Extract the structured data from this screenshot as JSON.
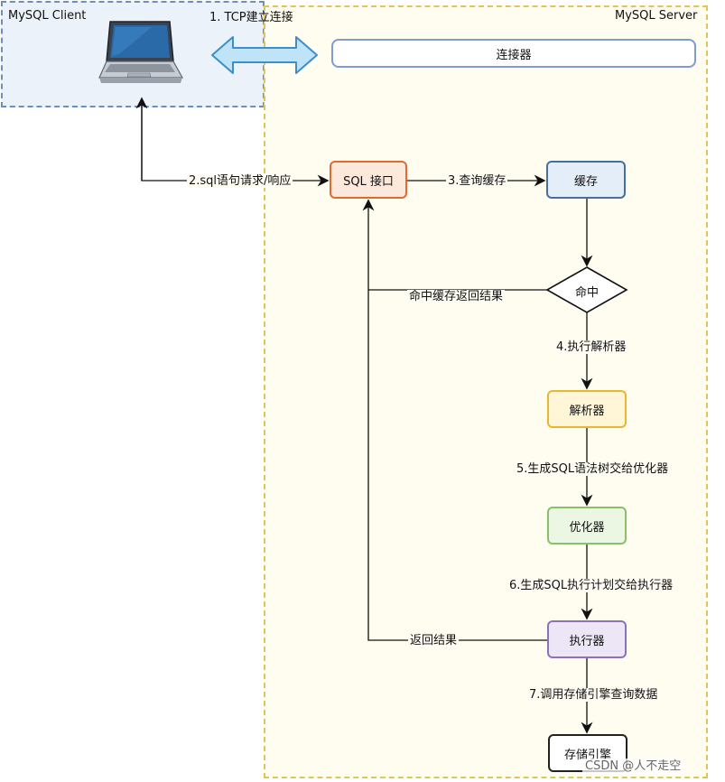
{
  "regions": {
    "client_label": "MySQL Client",
    "server_label": "MySQL Server"
  },
  "nodes": {
    "connector": "连接器",
    "sql_interface": "SQL 接口",
    "cache": "缓存",
    "hit": "命中",
    "parser": "解析器",
    "optimizer": "优化器",
    "executor": "执行器",
    "storage_engine": "存储引擎"
  },
  "edges": {
    "tcp": "1. TCP建立连接",
    "sql_request": "2.sql语句请求/响应",
    "query_cache": "3.查询缓存",
    "hit_return": "命中缓存返回结果",
    "run_parser": "4.执行解析器",
    "gen_syntax_tree": "5.生成SQL语法树交给优化器",
    "gen_plan": "6.生成SQL执行计划交给执行器",
    "return_result": "返回结果",
    "call_storage": "7.调用存储引擎查询数据"
  },
  "watermark": "CSDN @人不走空",
  "colors": {
    "client_border": "#6b8fbf",
    "server_border": "#e2c55a",
    "tcp_arrow_fill": "#bfe3f7",
    "tcp_arrow_stroke": "#3c8fc8",
    "sql_border": "#e06b2e",
    "cache_border": "#4a6e9c",
    "parser_border": "#e8b630",
    "optimizer_border": "#8ac06a",
    "executor_border": "#8c73b8"
  },
  "icons": {
    "client": "laptop-icon",
    "connection": "double-arrow-icon"
  }
}
